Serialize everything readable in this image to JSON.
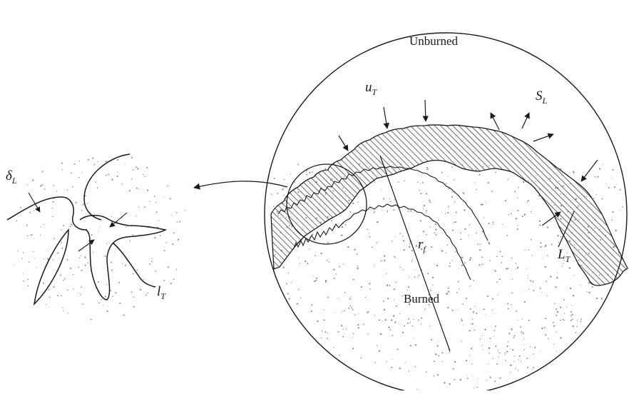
{
  "diagram": {
    "labels": {
      "unburned": "Unburned",
      "burned": "Burned",
      "u_T": {
        "main": "u",
        "sub": "T"
      },
      "S_L": {
        "main": "S",
        "sub": "L"
      },
      "L_T": {
        "main": "L",
        "sub": "T"
      },
      "r_f": {
        "main": "r",
        "sub": "f"
      },
      "delta_L": {
        "main": "δ",
        "sub": "L"
      },
      "l_T": {
        "main": "l",
        "sub": "T"
      }
    },
    "colors": {
      "ink": "#1a1a1a",
      "paper": "#ffffff",
      "stipple": "#8a8a8a",
      "hatch": "#2a2a2a"
    }
  }
}
